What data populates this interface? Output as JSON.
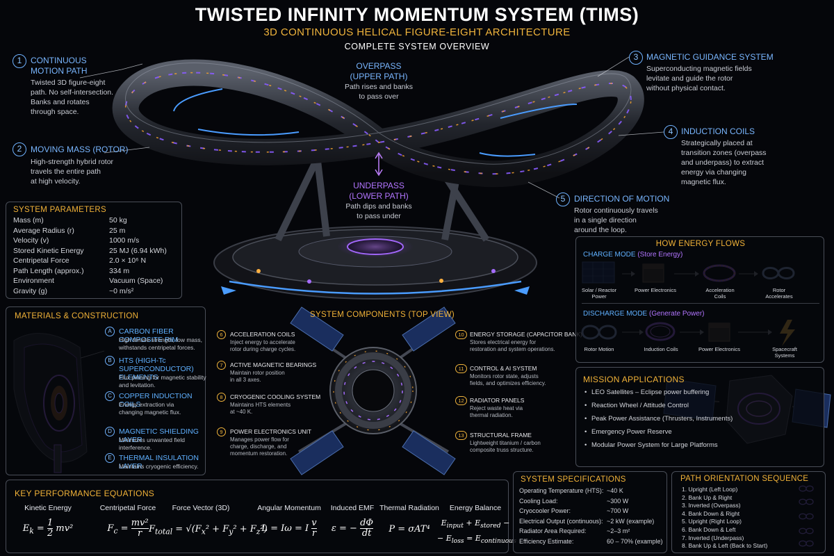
{
  "title": "TWISTED INFINITY MOMENTUM SYSTEM (TIMS)",
  "subtitle": "3D CONTINUOUS HELICAL FIGURE-EIGHT ARCHITECTURE",
  "overview": "COMPLETE SYSTEM OVERVIEW",
  "callouts": [
    {
      "num": "1",
      "title": [
        "CONTINUOUS",
        "MOTION PATH"
      ],
      "body": [
        "Twisted 3D figure-eight",
        "path. No self-intersection.",
        "Banks and rotates",
        "through space."
      ]
    },
    {
      "num": "2",
      "title": [
        "MOVING MASS (ROTOR)"
      ],
      "body": [
        "High-strength hybrid rotor",
        "travels the entire path",
        "at high velocity."
      ]
    },
    {
      "num": "3",
      "title": [
        "MAGNETIC GUIDANCE SYSTEM"
      ],
      "body": [
        "Superconducting magnetic fields",
        "levitate and guide the rotor",
        "without physical contact."
      ]
    },
    {
      "num": "4",
      "title": [
        "INDUCTION COILS"
      ],
      "body": [
        "Strategically placed at",
        "transition zones (overpass",
        "and underpass) to extract",
        "energy via changing",
        "magnetic flux."
      ]
    },
    {
      "num": "5",
      "title": [
        "DIRECTION OF MOTION"
      ],
      "body": [
        "Rotor continuously travels",
        "in a single direction",
        "around the loop."
      ]
    }
  ],
  "overpass": {
    "title": [
      "OVERPASS",
      "(UPPER PATH)"
    ],
    "body": [
      "Path rises and banks",
      "to pass over"
    ]
  },
  "underpass": {
    "title": [
      "UNDERPASS",
      "(LOWER PATH)"
    ],
    "body": [
      "Path dips and banks",
      "to pass under"
    ]
  },
  "params": {
    "title": "SYSTEM PARAMETERS",
    "rows": [
      [
        "Mass (m)",
        "50 kg"
      ],
      [
        "Average Radius (r)",
        "25 m"
      ],
      [
        "Velocity (v)",
        "1000 m/s"
      ],
      [
        "Stored Kinetic Energy",
        "25 MJ (6.94 kWh)"
      ],
      [
        "Centripetal Force",
        "2.0 × 10⁶ N"
      ],
      [
        "Path Length (approx.)",
        "334 m"
      ],
      [
        "Environment",
        "Vacuum (Space)"
      ],
      [
        "Gravity (g)",
        "~0 m/s²"
      ]
    ]
  },
  "materials": {
    "title": "MATERIALS & CONSTRUCTION",
    "items": [
      {
        "letter": "A",
        "title": "CARBON FIBER COMPOSITE RIM",
        "body": [
          "High tensile strength, low mass,",
          "withstands centripetal forces."
        ]
      },
      {
        "letter": "B",
        "title": "HTS (HIGH-Tc SUPERCONDUCTOR) ELEMENTS",
        "body": [
          "Flux pinning for magnetic stability",
          "and levitation."
        ]
      },
      {
        "letter": "C",
        "title": "COPPER INDUCTION COILS",
        "body": [
          "Energy extraction via",
          "changing magnetic flux."
        ]
      },
      {
        "letter": "D",
        "title": "MAGNETIC SHIELDING LAYER",
        "body": [
          "Minimizes unwanted field",
          "interference."
        ]
      },
      {
        "letter": "E",
        "title": "THERMAL INSULATION LAYER",
        "body": [
          "Maintains cryogenic efficiency."
        ]
      }
    ]
  },
  "components": {
    "title": "SYSTEM COMPONENTS (TOP VIEW)",
    "left": [
      {
        "num": "6",
        "title": "ACCELERATION COILS",
        "body": [
          "Inject energy to accelerate",
          "rotor during charge cycles."
        ]
      },
      {
        "num": "7",
        "title": "ACTIVE MAGNETIC BEARINGS",
        "body": [
          "Maintain rotor position",
          "in all 3 axes."
        ]
      },
      {
        "num": "8",
        "title": "CRYOGENIC COOLING SYSTEM",
        "body": [
          "Maintains HTS elements",
          "at ~40 K."
        ]
      },
      {
        "num": "9",
        "title": "POWER ELECTRONICS UNIT",
        "body": [
          "Manages power flow for",
          "charge, discharge, and",
          "momentum restoration."
        ]
      }
    ],
    "right": [
      {
        "num": "10",
        "title": "ENERGY STORAGE (CAPACITOR BANK)",
        "body": [
          "Stores electrical energy for",
          "restoration and system operations."
        ]
      },
      {
        "num": "11",
        "title": "CONTROL & AI SYSTEM",
        "body": [
          "Monitors rotor state, adjusts",
          "fields, and optimizes efficiency."
        ]
      },
      {
        "num": "12",
        "title": "RADIATOR PANELS",
        "body": [
          "Reject waste heat via",
          "thermal radiation."
        ]
      },
      {
        "num": "13",
        "title": "STRUCTURAL FRAME",
        "body": [
          "Lightweight titanium / carbon",
          "composite truss structure."
        ]
      }
    ]
  },
  "energy": {
    "title": "HOW ENERGY FLOWS",
    "charge_label": "CHARGE MODE",
    "charge_sub": "(Store Energy)",
    "charge_steps": [
      [
        "Solar / Reactor",
        "Power"
      ],
      [
        "Power Electronics"
      ],
      [
        "Acceleration",
        "Coils"
      ],
      [
        "Rotor",
        "Accelerates"
      ]
    ],
    "discharge_label": "DISCHARGE MODE",
    "discharge_sub": "(Generate Power)",
    "discharge_steps": [
      [
        "Rotor Motion"
      ],
      [
        "Induction Coils"
      ],
      [
        "Power Electronics"
      ],
      [
        "Spacecraft",
        "Systems"
      ]
    ]
  },
  "mission": {
    "title": "MISSION APPLICATIONS",
    "items": [
      "LEO Satellites – Eclipse power buffering",
      "Reaction Wheel / Attitude Control",
      "Peak Power Assistance (Thrusters, Instruments)",
      "Emergency Power Reserve",
      "Modular Power System for Large Platforms"
    ]
  },
  "equations": {
    "title": "KEY PERFORMANCE EQUATIONS",
    "labels": [
      "Kinetic Energy",
      "Centripetal Force",
      "Force Vector (3D)",
      "Angular Momentum",
      "Induced EMF",
      "Thermal Radiation",
      "Energy Balance"
    ]
  },
  "specs": {
    "title": "SYSTEM SPECIFICATIONS",
    "rows": [
      [
        "Operating Temperature (HTS):",
        "~40 K"
      ],
      [
        "Cooling Load:",
        "~300 W"
      ],
      [
        "Cryocooler Power:",
        "~700 W"
      ],
      [
        "Electrical Output (continuous):",
        "~2 kW (example)"
      ],
      [
        "Radiator Area Required:",
        "~2–3 m²"
      ],
      [
        "Efficiency Estimate:",
        "60 – 70% (example)"
      ]
    ]
  },
  "orientation": {
    "title": "PATH ORIENTATION SEQUENCE",
    "items": [
      "1.  Upright (Left Loop)",
      "2.  Bank Up & Right",
      "3.  Inverted (Overpass)",
      "4.  Bank Down & Right",
      "5.  Upright (Right Loop)",
      "6.  Bank Down & Left",
      "7.  Inverted (Underpass)",
      "8.  Bank Up & Left (Back to Start)"
    ]
  },
  "colors": {
    "accent_blue": "#6fb2ff",
    "accent_orange": "#f2b338",
    "accent_purple": "#b275ff",
    "background": "#05060a"
  }
}
